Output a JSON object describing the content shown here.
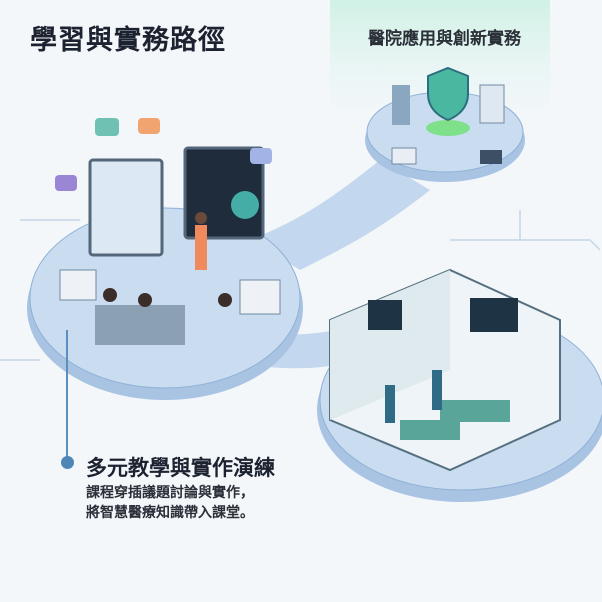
{
  "header": {
    "title": "學習與實務路徑"
  },
  "hospital_section": {
    "title": "醫院應用與創新實務"
  },
  "teaching_section": {
    "title": "多元教學與實作演練",
    "description_lines": [
      "課程穿插議題討論與實作，",
      "將智慧醫療知識帶入課堂。"
    ]
  },
  "colors": {
    "platform": "#b9d0ea",
    "band": "#cbdcef",
    "accent": "#4f86b8",
    "glow": "#7fe08a"
  }
}
